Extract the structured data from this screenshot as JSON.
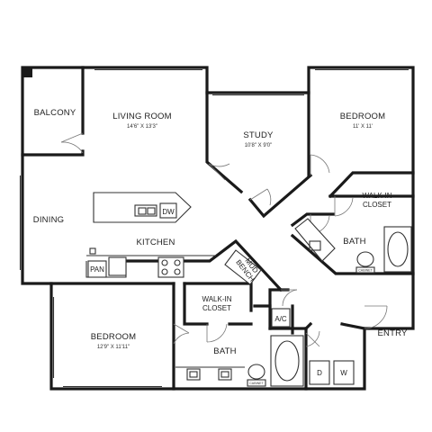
{
  "rooms": {
    "balcony": {
      "name": "BALCONY"
    },
    "living_room": {
      "name": "LIVING ROOM",
      "dimensions": "14'6\" X 13'3\""
    },
    "study": {
      "name": "STUDY",
      "dimensions": "10'8\" X 9'0\""
    },
    "bedroom_1": {
      "name": "BEDROOM",
      "dimensions": "11' X 11'"
    },
    "walk_in_closet_1": {
      "name_line1": "WALK-IN",
      "name_line2": "CLOSET"
    },
    "dining": {
      "name": "DINING"
    },
    "kitchen": {
      "name": "KITCHEN"
    },
    "bath_1": {
      "name": "BATH"
    },
    "bedroom_2": {
      "name": "BEDROOM",
      "dimensions": "12'9\" X 11'11\""
    },
    "walk_in_closet_2": {
      "name_line1": "WALK-IN",
      "name_line2": "CLOSET"
    },
    "bath_2": {
      "name": "BATH"
    },
    "entry": {
      "name": "ENTRY"
    }
  },
  "fixtures": {
    "dishwasher": "DW",
    "pantry": "PAN",
    "mud_bench_line1": "MUD",
    "mud_bench_line2": "BENCH",
    "ac": "A/C",
    "dryer": "D",
    "washer": "W",
    "cabinet": "CABINET"
  },
  "colors": {
    "walls": "#1a1a1a",
    "background": "#ffffff"
  }
}
